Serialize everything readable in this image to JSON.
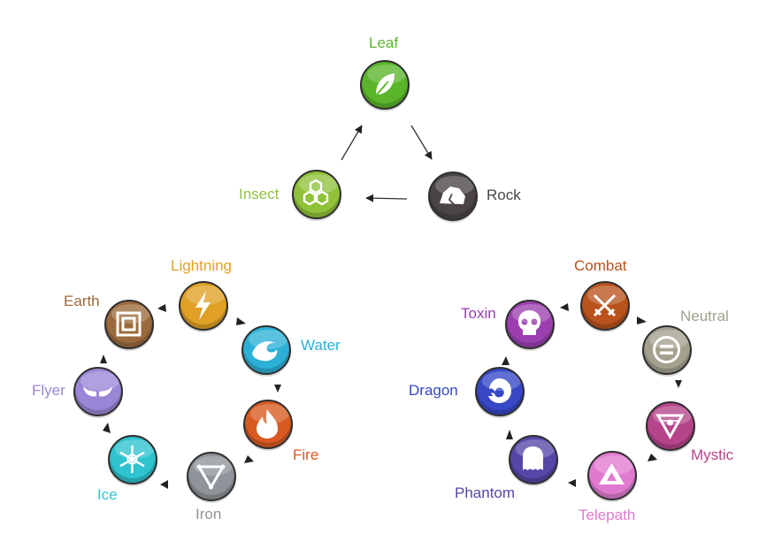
{
  "types": {
    "leaf": {
      "label": "Leaf",
      "color": "#5ab52a",
      "icon": "leaf-icon"
    },
    "rock": {
      "label": "Rock",
      "color": "#4a4544",
      "icon": "rock-icon"
    },
    "insect": {
      "label": "Insect",
      "color": "#8fc23a",
      "icon": "honeycomb-icon"
    },
    "lightning": {
      "label": "Lightning",
      "color": "#e0a025",
      "icon": "lightning-icon"
    },
    "water": {
      "label": "Water",
      "color": "#2cb0d6",
      "icon": "wave-icon"
    },
    "fire": {
      "label": "Fire",
      "color": "#d85a22",
      "icon": "flame-icon"
    },
    "iron": {
      "label": "Iron",
      "color": "#8e9499",
      "icon": "triangle-icon"
    },
    "ice": {
      "label": "Ice",
      "color": "#2ec3cf",
      "icon": "snowflake-icon"
    },
    "flyer": {
      "label": "Flyer",
      "color": "#9a86d6",
      "icon": "wings-icon"
    },
    "earth": {
      "label": "Earth",
      "color": "#9b6a3c",
      "icon": "square-icon"
    },
    "combat": {
      "label": "Combat",
      "color": "#b9521d",
      "icon": "swords-icon"
    },
    "neutral": {
      "label": "Neutral",
      "color": "#a3a08e",
      "icon": "equals-icon"
    },
    "mystic": {
      "label": "Mystic",
      "color": "#b5448a",
      "icon": "eye-triangle-icon"
    },
    "telepath": {
      "label": "Telepath",
      "color": "#e07ad0",
      "icon": "pyramid-icon"
    },
    "phantom": {
      "label": "Phantom",
      "color": "#5646a8",
      "icon": "ghost-icon"
    },
    "dragon": {
      "label": "Dragon",
      "color": "#3747c6",
      "icon": "dragon-icon"
    },
    "toxin": {
      "label": "Toxin",
      "color": "#9b3fb0",
      "icon": "skull-icon"
    }
  },
  "cycles": [
    [
      "leaf",
      "rock",
      "insect"
    ],
    [
      "lightning",
      "water",
      "fire",
      "iron",
      "ice",
      "flyer",
      "earth"
    ],
    [
      "combat",
      "neutral",
      "mystic",
      "telepath",
      "phantom",
      "dragon",
      "toxin"
    ]
  ]
}
